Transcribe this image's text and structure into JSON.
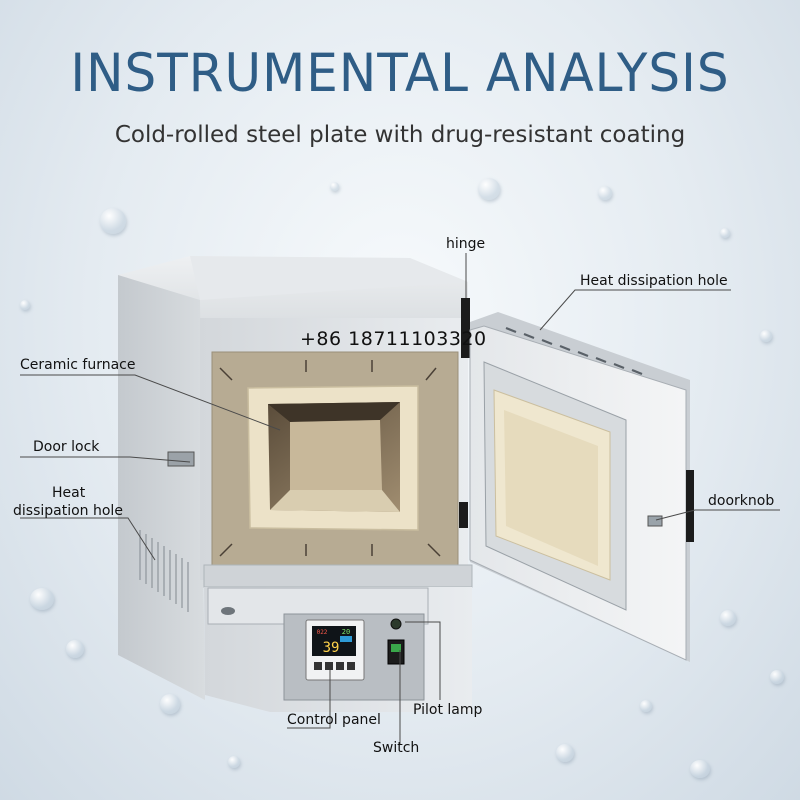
{
  "header": {
    "title": "INSTRUMENTAL ANALYSIS",
    "subtitle": "Cold-rolled steel plate with drug-resistant coating"
  },
  "watermark": {
    "phone": "+86 18711103320"
  },
  "labels": {
    "hinge": "hinge",
    "heat_hole_top": "Heat dissipation hole",
    "ceramic_furnace": "Ceramic furnace",
    "door_lock": "Door lock",
    "heat_hole_side_1": "Heat",
    "heat_hole_side_2": "dissipation hole",
    "doorknob": "doorknob",
    "control_panel": "Control panel",
    "pilot_lamp": "Pilot lamp",
    "switch": "Switch"
  },
  "controller": {
    "pv": "39",
    "sv_top": "20",
    "sv_bottom": "022"
  },
  "colors": {
    "title": "#2f5d86",
    "furnace_body": "#dfe2e5",
    "ceramic": "#ece2c8"
  }
}
